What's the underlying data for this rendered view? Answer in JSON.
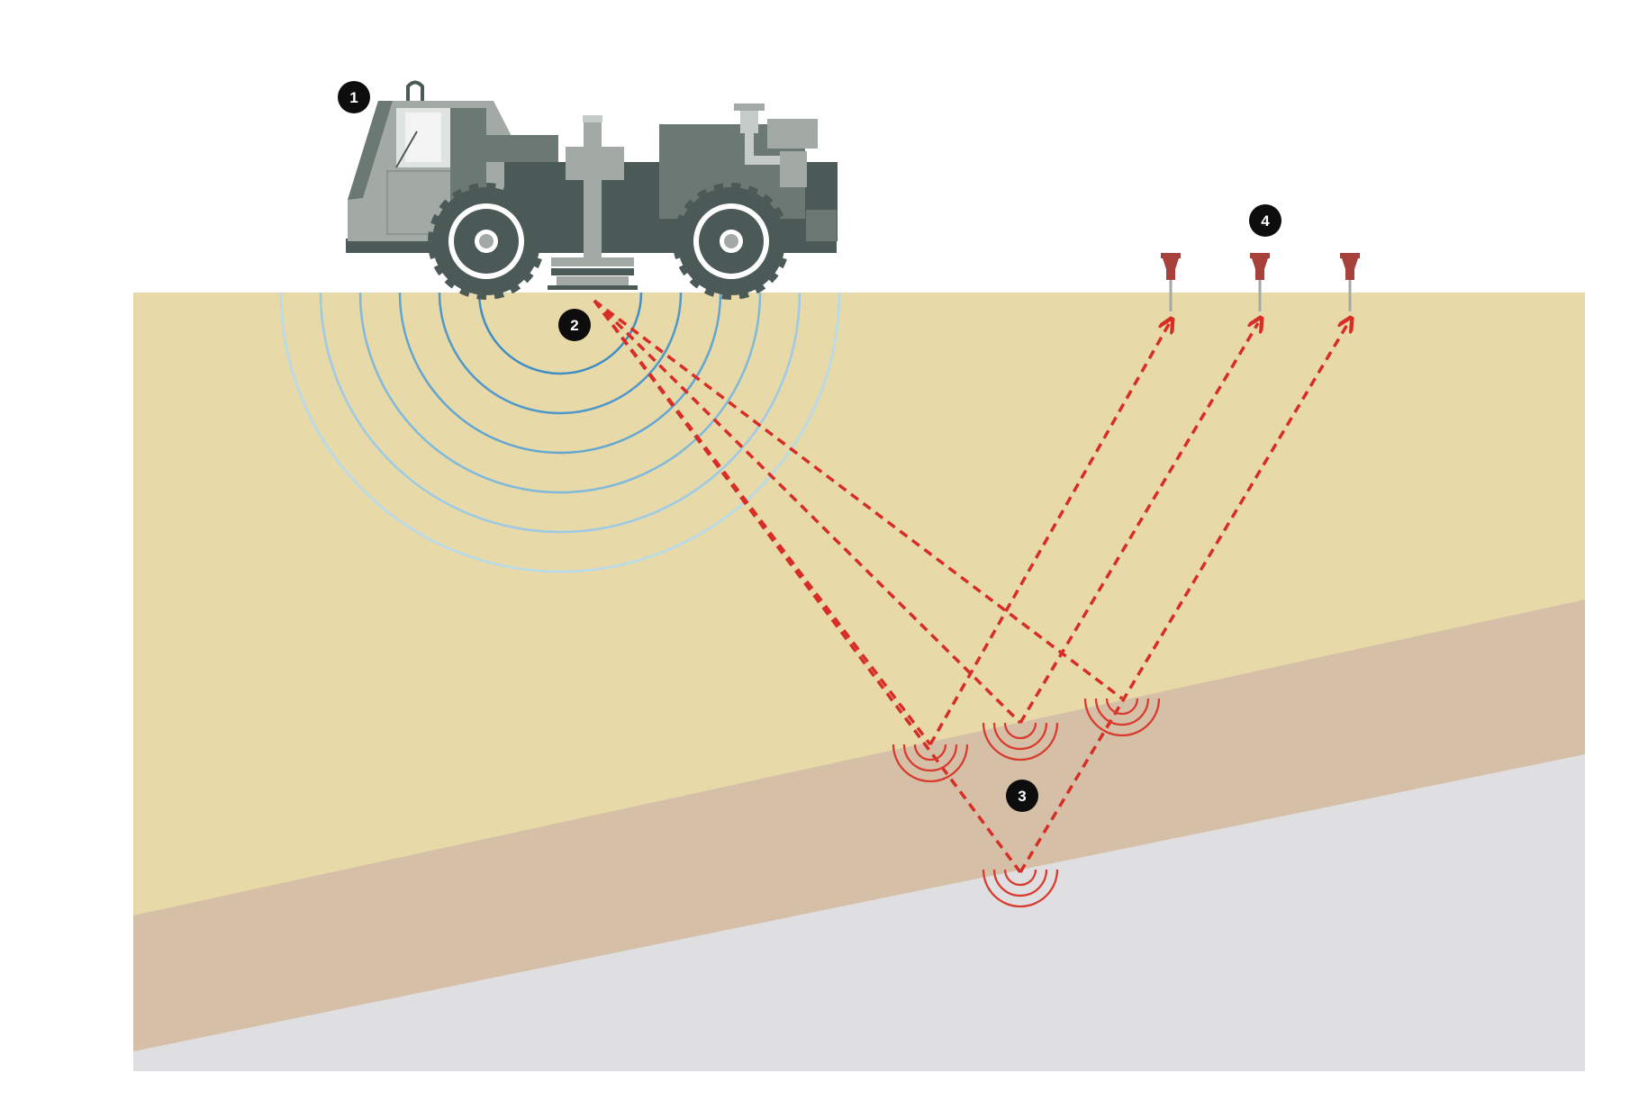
{
  "markers": {
    "m1": "1",
    "m2": "2",
    "m3": "3",
    "m4": "4"
  },
  "colors": {
    "background": "#ffffff",
    "top_layer": "#e8d9a8",
    "middle_layer": "#d5c0a7",
    "bottom_layer": "#dfdfe1",
    "wave_dark": "#3f8fc4",
    "wave_light": "#b4dbee",
    "ray": "#d62e26",
    "reflection": "#d93b2f",
    "geophone": "#a7413b",
    "truck_dark": "#4b5a57",
    "truck_mid": "#6c7874",
    "truck_light": "#a3aaa6",
    "marker_bg": "#0d0d0d",
    "marker_text": "#ffffff"
  },
  "icons": {
    "vehicle": "vibroseis-truck-icon",
    "sensor": "geophone-icon"
  }
}
